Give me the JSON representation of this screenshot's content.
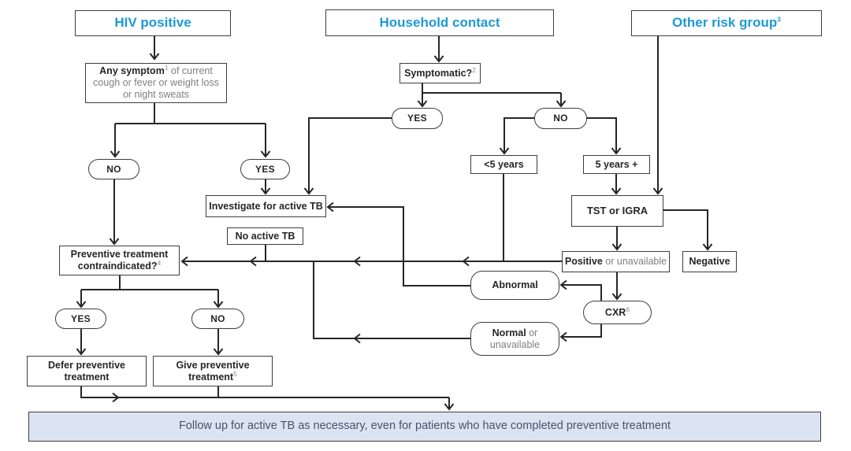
{
  "diagram": {
    "type": "flowchart",
    "topic": "TB preventive treatment algorithm by risk group"
  },
  "colors": {
    "header_text": "#1d9ad6",
    "box_border": "#3d3d3d",
    "connector": "#262626",
    "primary_text": "#262626",
    "muted_text": "#7f7f7f",
    "footer_bg": "#dde4f1",
    "footer_text": "#44546a"
  },
  "nodes": {
    "hiv_header": {
      "label": "HIV positive"
    },
    "household_header": {
      "label": "Household contact"
    },
    "other_header": {
      "label": "Other risk group",
      "sup": "3"
    },
    "symptom": {
      "bold": "Any symptom",
      "sup": "1",
      "rest": " of current cough or fever or weight loss or night sweats"
    },
    "symptomatic": {
      "label": "Symptomatic?",
      "sup": "2"
    },
    "household_yes": {
      "label": "YES"
    },
    "household_no": {
      "label": "NO"
    },
    "under5": {
      "label": "<5 years"
    },
    "over5": {
      "label": "5 years +"
    },
    "tst": {
      "label": "TST or IGRA"
    },
    "hiv_no": {
      "label": "NO"
    },
    "hiv_yes": {
      "label": "YES"
    },
    "investigate": {
      "label": "Investigate for active TB"
    },
    "no_active_tb": {
      "label": "No active TB"
    },
    "contraindicated": {
      "line1": "Preventive treatment",
      "line2": "contraindicated?",
      "sup": "4"
    },
    "contra_yes": {
      "label": "YES"
    },
    "contra_no": {
      "label": "NO"
    },
    "defer": {
      "line1": "Defer preventive",
      "line2": "treatment"
    },
    "give": {
      "line1": "Give preventive",
      "line2": "treatment",
      "sup": "5"
    },
    "positive": {
      "bold": "Positive",
      "rest": " or unavailable"
    },
    "negative": {
      "label": "Negative"
    },
    "cxr": {
      "label": "CXR",
      "sup": "6"
    },
    "abnormal": {
      "label": "Abnormal"
    },
    "normal": {
      "bold": "Normal",
      "rest": " or",
      "line2": "unavailable"
    },
    "footer": {
      "label": "Follow up for active TB as necessary, even for patients who have completed preventive treatment"
    }
  }
}
